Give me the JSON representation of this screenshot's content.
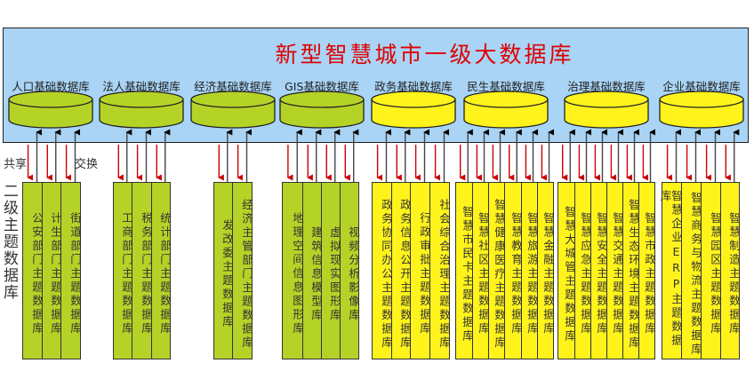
{
  "title": "新型智慧城市一级大数据库",
  "labels": {
    "share": "共享",
    "exchange": "交换",
    "level2": "二级主题数据库"
  },
  "colors": {
    "green": "#b5d327",
    "yellow": "#fff31c",
    "blue": "#a9d4f5",
    "title": "#e00000",
    "down_arrow": "#cc0000",
    "up_arrow": "#000000"
  },
  "groups": [
    {
      "db": "人口基础数据库",
      "color": "green",
      "columns": [
        "公安部门主题数据库",
        "计生部门主题数据库",
        "街道部门主题数据库"
      ]
    },
    {
      "db": "法人基础数据库",
      "color": "green",
      "columns": [
        "工商部门主题数据库",
        "税务部门主题数据库",
        "统计部门主题数据库"
      ]
    },
    {
      "db": "经济基础数据库",
      "color": "green",
      "columns": [
        "发改委主题数据库",
        "经济主管部门主题数据库"
      ]
    },
    {
      "db": "GIS基础数据库",
      "color": "green",
      "columns": [
        "地理空间信息图形库",
        "建筑信息模型库",
        "虚拟现实图形库",
        "视频分析影像库"
      ]
    },
    {
      "db": "政务基础数据库",
      "color": "yellow",
      "columns": [
        "政务协同办公主题数据库",
        "政务信息公开主题数据库",
        "行政审批主题数据库",
        "社会综合治理主题数据库"
      ]
    },
    {
      "db": "民生基础数据库",
      "color": "yellow",
      "columns": [
        "智慧市民卡主题数据库",
        "智慧社区主题数据库",
        "智慧健康医疗主题数据库",
        "智慧教育主题数据库",
        "智慧旅游主题数据库",
        "智慧金融主题数据库"
      ]
    },
    {
      "db": "治理基础数据库",
      "color": "yellow",
      "columns": [
        "智慧大城管主题数据库",
        "智慧应急主题数据库",
        "智慧安全主题数据库",
        "智慧交通主题数据库",
        "智慧生态环境主题数据库",
        "智慧市政主题数据库"
      ]
    },
    {
      "db": "企业基础数据库",
      "color": "yellow",
      "columns": [
        "智慧企业ERP主题数据库",
        "智慧商务与物流主题数据库",
        "智慧园区主题数据库",
        "智慧制造主题数据库"
      ]
    }
  ]
}
